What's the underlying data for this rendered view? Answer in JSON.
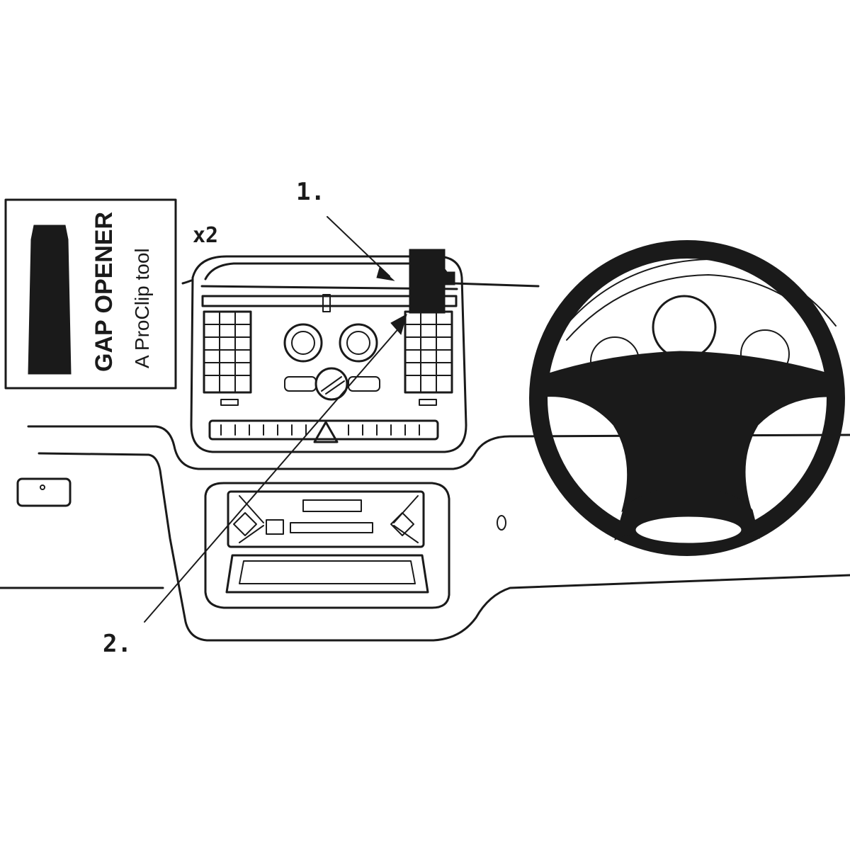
{
  "labels": {
    "step1": "1.",
    "step2": "2.",
    "quantity": "x2"
  },
  "tool_box": {
    "title": "GAP OPENER",
    "subtitle": "A ProClip tool"
  },
  "colors": {
    "ink": "#1a1a1a",
    "background": "#ffffff"
  }
}
